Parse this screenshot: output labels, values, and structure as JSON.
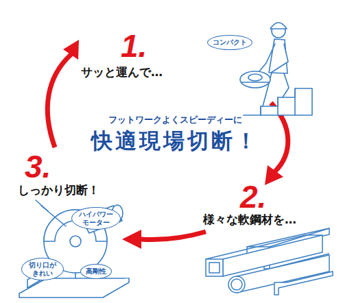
{
  "diagram": {
    "nodes": [
      {
        "text": [
          "コンパクト"
        ]
      },
      {
        "text": [
          "ハイパワー モーター"
        ]
      },
      {
        "text": [
          "切り口が きれい"
        ]
      },
      {
        "text": [
          "高剛性"
        ]
      }
    ],
    "labels": [
      "1.",
      "サッと運んで…",
      "フットワークよくスピーディーに",
      "快適現場切断！",
      "2.",
      "様々な軟鋼材を…",
      "3.",
      "しっかり切断！"
    ]
  }
}
